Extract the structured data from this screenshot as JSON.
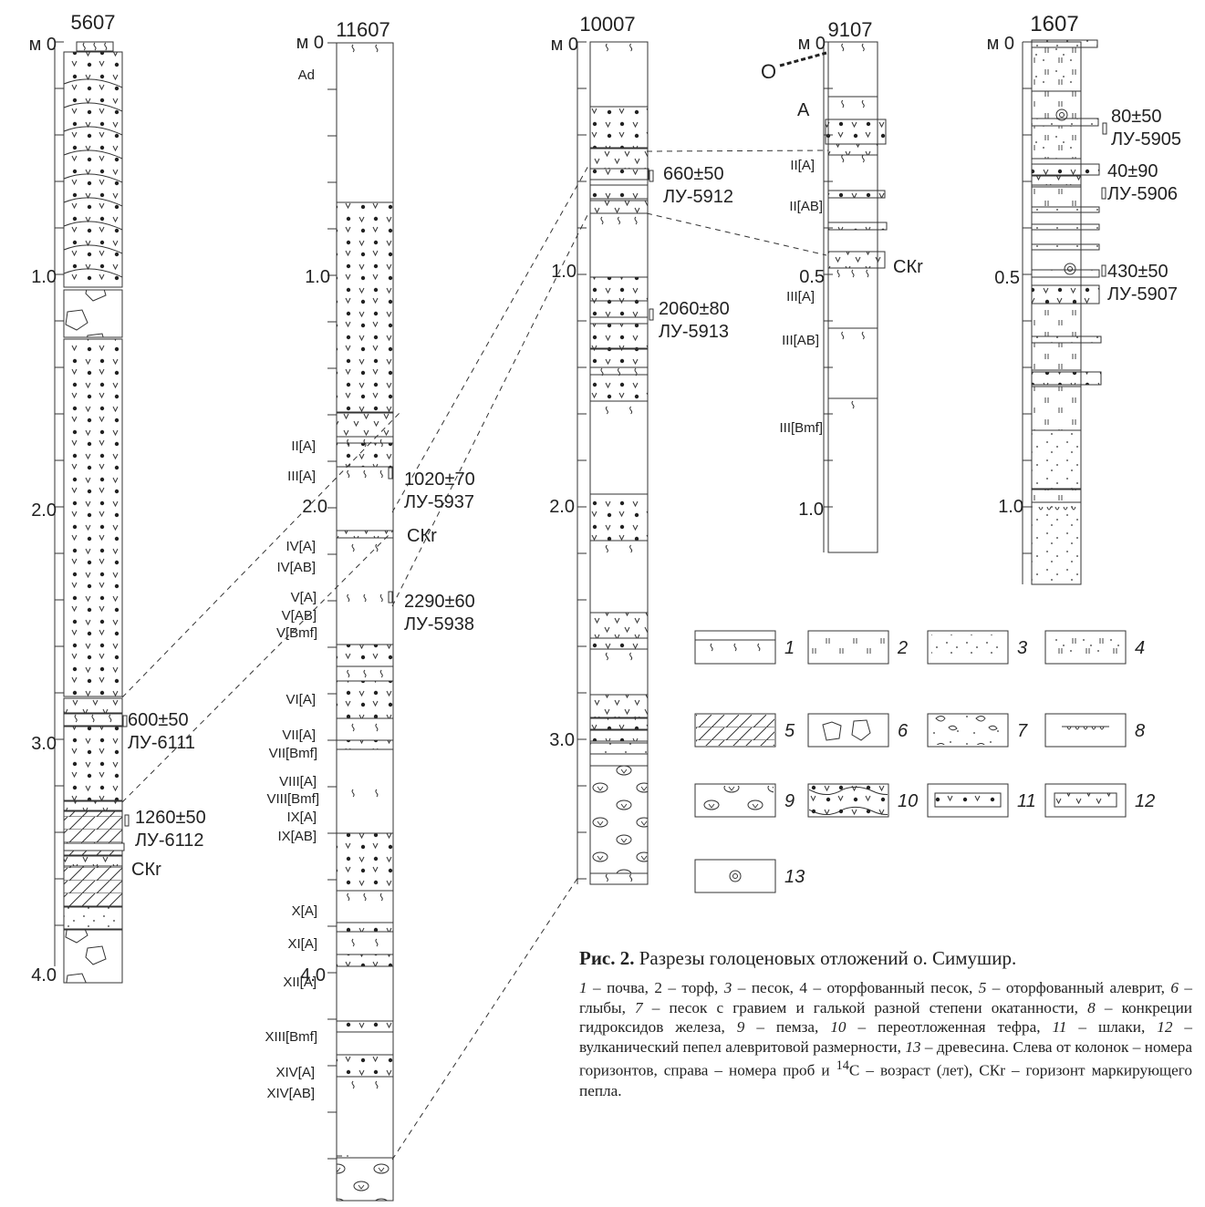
{
  "figure": {
    "title_label": "Рис. 2.",
    "title_text": "Разрезы голоценовых отложений о. Симушир.",
    "caption": [
      {
        "t": "1",
        "i": true
      },
      {
        "t": " – почва, 2 – торф, "
      },
      {
        "t": "3",
        "i": true
      },
      {
        "t": " – песок, 4 – оторфованный песок, "
      },
      {
        "t": "5",
        "i": true
      },
      {
        "t": " – оторфованный алеврит, "
      },
      {
        "t": "6",
        "i": true
      },
      {
        "t": " – глыбы, "
      },
      {
        "t": "7",
        "i": true
      },
      {
        "t": " – песок с гравием и галькой разной степени окатанности, "
      },
      {
        "t": "8",
        "i": true
      },
      {
        "t": " – конкреции гидроксидов железа, "
      },
      {
        "t": "9",
        "i": true
      },
      {
        "t": " – пемза, "
      },
      {
        "t": "10",
        "i": true
      },
      {
        "t": " – переотложенная тефра, "
      },
      {
        "t": "11",
        "i": true
      },
      {
        "t": " – шлаки, "
      },
      {
        "t": "12",
        "i": true
      },
      {
        "t": " – вулканический пепел алевритовой размерности, "
      },
      {
        "t": "13",
        "i": true
      },
      {
        "t": " – древесина. Слева от колонок – номера горизонтов, справа – номера проб и "
      },
      {
        "t": "14",
        "sup": true
      },
      {
        "t": "C – возраст (лет), СКr – горизонт маркирующего пепла."
      }
    ]
  },
  "columns": [
    {
      "id": "5607",
      "axis": [
        "м 0",
        "1.0",
        "2.0",
        "3.0",
        "4.0"
      ],
      "horizons": [],
      "dates": [
        {
          "age": "600±50",
          "lab": "ЛУ-6111"
        },
        {
          "age": "1260±50",
          "lab": "ЛУ-6112"
        }
      ],
      "markers": [
        "СКr"
      ]
    },
    {
      "id": "11607",
      "axis": [
        "м 0",
        "1.0",
        "2.0",
        "4.0"
      ],
      "horizons": [
        "Ad",
        "II[A]",
        "III[A]",
        "IV[A]",
        "IV[AB]",
        "V[A]",
        "V[AB]",
        "V[Bmf]",
        "VI[A]",
        "VII[A]",
        "VII[Bmf]",
        "VIII[A]",
        "VIII[Bmf]",
        "IX[A]",
        "IX[AB]",
        "X[A]",
        "XI[A]",
        "XII[A]",
        "XIII[Bmf]",
        "XIV[A]",
        "XIV[AB]"
      ],
      "dates": [
        {
          "age": "1020±70",
          "lab": "ЛУ-5937"
        },
        {
          "age": "2290±60",
          "lab": "ЛУ-5938"
        }
      ],
      "markers": [
        "СКr"
      ]
    },
    {
      "id": "10007",
      "axis": [
        "м 0",
        "1.0",
        "2.0",
        "3.0"
      ],
      "horizons": [],
      "dates": [
        {
          "age": "660±50",
          "lab": "ЛУ-5912"
        },
        {
          "age": "2060±80",
          "lab": "ЛУ-5913"
        }
      ],
      "markers": []
    },
    {
      "id": "9107",
      "axis": [
        "м 0",
        "0.5",
        "1.0"
      ],
      "horizons": [
        "O",
        "A",
        "II[A]",
        "II[AB]",
        "III[A]",
        "III[AB]",
        "III[Bmf]"
      ],
      "dates": [],
      "markers": [
        "СКr"
      ]
    },
    {
      "id": "1607",
      "axis": [
        "м 0",
        "0.5",
        "1.0"
      ],
      "horizons": [],
      "dates": [
        {
          "age": "80±50",
          "lab": "ЛУ-5905"
        },
        {
          "age": "40±90",
          "lab": "ЛУ-5906"
        },
        {
          "age": "430±50",
          "lab": "ЛУ-5907"
        }
      ],
      "markers": []
    }
  ],
  "legend": [
    "1",
    "2",
    "3",
    "4",
    "5",
    "6",
    "7",
    "8",
    "9",
    "10",
    "11",
    "12",
    "13"
  ]
}
